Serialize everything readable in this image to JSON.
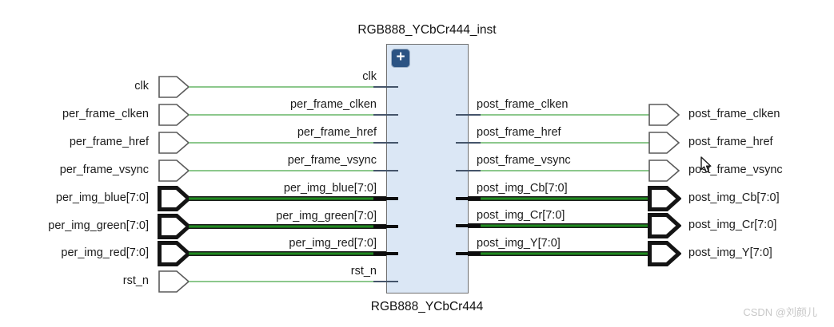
{
  "block": {
    "instance_name": "RGB888_YCbCr444_inst",
    "module_name": "RGB888_YCbCr444",
    "expand_button_label": "+"
  },
  "ports": {
    "left": [
      {
        "name": "clk",
        "direction": "input",
        "bus": false
      },
      {
        "name": "per_frame_clken",
        "direction": "input",
        "bus": false
      },
      {
        "name": "per_frame_href",
        "direction": "input",
        "bus": false
      },
      {
        "name": "per_frame_vsync",
        "direction": "input",
        "bus": false
      },
      {
        "name": "per_img_blue[7:0]",
        "direction": "input",
        "bus": true
      },
      {
        "name": "per_img_green[7:0]",
        "direction": "input",
        "bus": true
      },
      {
        "name": "per_img_red[7:0]",
        "direction": "input",
        "bus": true
      },
      {
        "name": "rst_n",
        "direction": "input",
        "bus": false
      }
    ],
    "right": [
      {
        "name": "post_frame_clken",
        "direction": "output",
        "bus": false
      },
      {
        "name": "post_frame_href",
        "direction": "output",
        "bus": false
      },
      {
        "name": "post_frame_vsync",
        "direction": "output",
        "bus": false
      },
      {
        "name": "post_img_Cb[7:0]",
        "direction": "output",
        "bus": true
      },
      {
        "name": "post_img_Cr[7:0]",
        "direction": "output",
        "bus": true
      },
      {
        "name": "post_img_Y[7:0]",
        "direction": "output",
        "bus": true
      }
    ]
  },
  "watermark": "CSDN @刘颜儿",
  "colors": {
    "block_fill": "#dbe7f5",
    "block_border": "#6f6f6f",
    "wire_green": "#8cc88c",
    "bus_green": "#1f8a1f",
    "bus_black": "#0d0d0d",
    "pin_stub": "#44546a",
    "expand_button_bg": "#2b5383"
  }
}
